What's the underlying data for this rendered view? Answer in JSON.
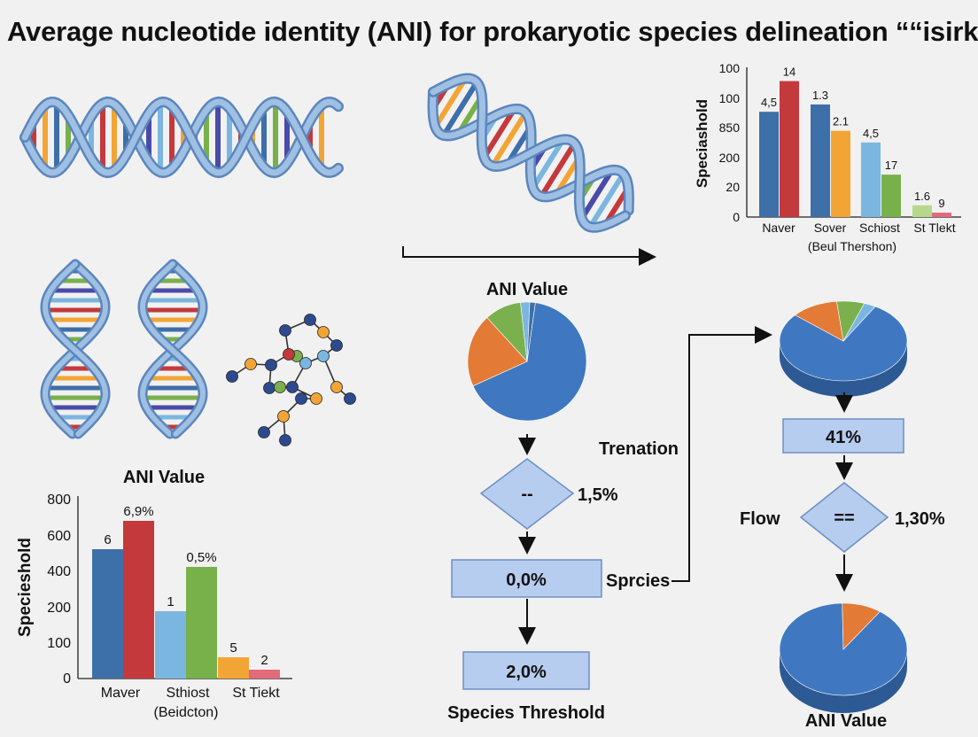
{
  "title": "Average nucleotide identity (ANI) for prokaryotic species delineation ““isirk;”",
  "colors": {
    "blue": "#3d6fa8",
    "red": "#c4393b",
    "orange": "#f2a535",
    "lightblue": "#7bb6e0",
    "green": "#78b04a",
    "lime": "#b6d88d",
    "pink": "#e26a7a",
    "box": "#b7cdef",
    "dna": "#8fb1d8",
    "pie_blue": "#3f78c1",
    "pie_orange": "#e37a35",
    "pie_green": "#7bb04e"
  },
  "labels": {
    "ani_value_top": "ANI Value",
    "ani_value_left": "ANI Value",
    "ani_value_bottom": "ANI Value",
    "trenation": "Trenation",
    "sprcies": "Sprcies",
    "flow": "Flow",
    "species_threshold": "Species Threshold"
  },
  "flowchart": {
    "diamond1_symbol": "--",
    "diamond1_value": "1,5%",
    "box1": "0,0%",
    "box2": "2,0%",
    "box_right": "41%",
    "diamond2_symbol": "==",
    "diamond2_value": "1,30%"
  },
  "chart_data": [
    {
      "type": "bar",
      "ylabel": "Speciashold",
      "yticks": [
        "100",
        "100",
        "850",
        "200",
        "20",
        "0"
      ],
      "categories": [
        "Naver",
        "Sover",
        "Schiost",
        "St Tlekt"
      ],
      "xlabel": "(Beul Thershon)",
      "bars": [
        {
          "category": "Naver",
          "value_level": 0.72,
          "color": "blue",
          "label": "4,5"
        },
        {
          "category": "Naver",
          "value_level": 0.93,
          "color": "red",
          "label": "14"
        },
        {
          "category": "Sover",
          "value_level": 0.77,
          "color": "blue",
          "label": "1.3"
        },
        {
          "category": "Sover",
          "value_level": 0.59,
          "color": "orange",
          "label": "2.1"
        },
        {
          "category": "Schiost",
          "value_level": 0.51,
          "color": "lightblue",
          "label": "4,5"
        },
        {
          "category": "Schiost",
          "value_level": 0.29,
          "color": "green",
          "label": "17"
        },
        {
          "category": "St Tlekt",
          "value_level": 0.08,
          "color": "lime",
          "label": "1.6"
        },
        {
          "category": "St Tlekt",
          "value_level": 0.03,
          "color": "pink",
          "label": "9"
        }
      ]
    },
    {
      "type": "bar",
      "ylabel": "Specieshold",
      "ylim": [
        0,
        800
      ],
      "yticks": [
        "800",
        "600",
        "400",
        "200",
        "100",
        "0"
      ],
      "categories": [
        "Maver",
        "Sthiost",
        "St Tiekt"
      ],
      "xlabel": "(Beidcton)",
      "bars": [
        {
          "category": "Maver",
          "value_level": 0.73,
          "color": "blue",
          "label": "6"
        },
        {
          "category": "Maver",
          "value_level": 0.89,
          "color": "red",
          "label": "6,9%"
        },
        {
          "category": "Sthiost",
          "value_level": 0.38,
          "color": "lightblue",
          "label": "1"
        },
        {
          "category": "Sthiost",
          "value_level": 0.63,
          "color": "green",
          "label": "0,5%"
        },
        {
          "category": "St Tiekt",
          "value_level": 0.12,
          "color": "orange",
          "label": "5"
        },
        {
          "category": "St Tiekt",
          "value_level": 0.05,
          "color": "pink",
          "label": "2"
        }
      ]
    },
    {
      "type": "pie",
      "name": "center-pie",
      "slices": [
        {
          "fraction": 0.66,
          "color": "pie_blue"
        },
        {
          "fraction": 0.2,
          "color": "pie_orange"
        },
        {
          "fraction": 0.1,
          "color": "pie_green"
        },
        {
          "fraction": 0.025,
          "color": "lightblue"
        },
        {
          "fraction": 0.015,
          "color": "blue"
        }
      ]
    },
    {
      "type": "pie",
      "name": "right-top-pie-3d",
      "slices": [
        {
          "fraction": 0.78,
          "color": "pie_blue"
        },
        {
          "fraction": 0.12,
          "color": "pie_orange"
        },
        {
          "fraction": 0.07,
          "color": "pie_green"
        },
        {
          "fraction": 0.03,
          "color": "lightblue"
        }
      ]
    },
    {
      "type": "pie",
      "name": "right-bottom-pie-3d",
      "slices": [
        {
          "fraction": 0.9,
          "color": "pie_blue"
        },
        {
          "fraction": 0.1,
          "color": "pie_orange"
        }
      ]
    }
  ]
}
